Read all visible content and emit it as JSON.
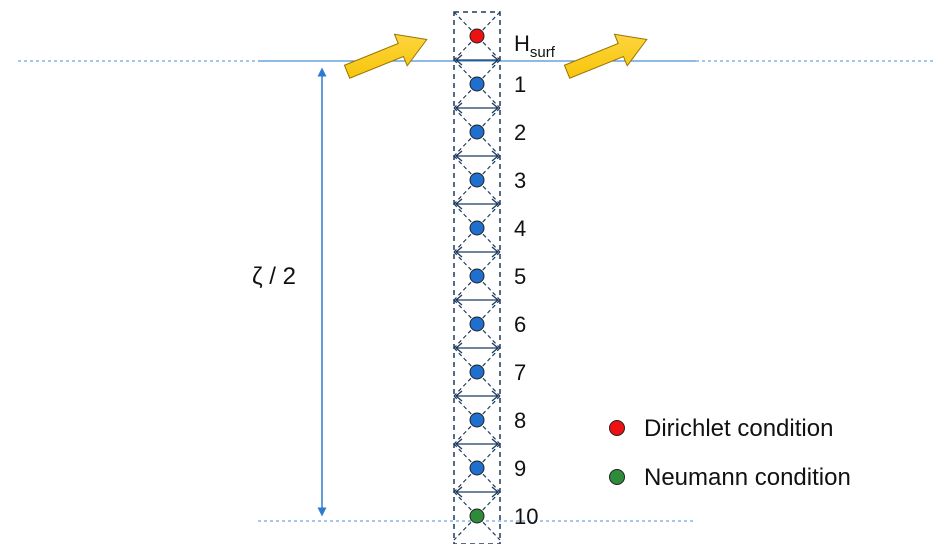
{
  "surface_label": "H",
  "surface_label_sub": "surf",
  "depth_label": "ζ / 2",
  "nodes": [
    {
      "label": "1",
      "type": "interior"
    },
    {
      "label": "2",
      "type": "interior"
    },
    {
      "label": "3",
      "type": "interior"
    },
    {
      "label": "4",
      "type": "interior"
    },
    {
      "label": "5",
      "type": "interior"
    },
    {
      "label": "6",
      "type": "interior"
    },
    {
      "label": "7",
      "type": "interior"
    },
    {
      "label": "8",
      "type": "interior"
    },
    {
      "label": "9",
      "type": "interior"
    },
    {
      "label": "10",
      "type": "neumann"
    }
  ],
  "legend": [
    {
      "label": "Dirichlet condition",
      "color": "#ee1111"
    },
    {
      "label": "Neumann condition",
      "color": "#2e8b3a"
    }
  ],
  "colors": {
    "dirichlet": "#ee1111",
    "interior": "#1f6fd1",
    "neumann": "#2e8b3a",
    "grid": "#1f3a5f",
    "reference_line": "#4a90d9",
    "flux_arrow": "#f5b800"
  },
  "icons": [
    "flux-arrow-icon",
    "dashed-column",
    "double-headed-arrow-icon"
  ]
}
